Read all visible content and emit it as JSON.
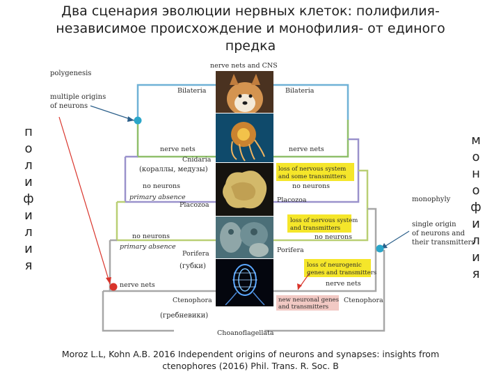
{
  "title": {
    "line1": "Два сценария эволюции нервных клеток: полифилия-",
    "line2": "независимое происхождение и монофилия- от единого",
    "line3": "предка"
  },
  "side_left": [
    "п",
    "о",
    "л",
    "и",
    "ф",
    "и",
    "л",
    "и",
    "я"
  ],
  "side_right": [
    "м",
    "о",
    "н",
    "о",
    "ф",
    "и",
    "л",
    "и",
    "я"
  ],
  "left_labels": {
    "polygenesis": "polygenesis",
    "multiple_origins_1": "multiple origins",
    "multiple_origins_2": "of neurons"
  },
  "right_labels": {
    "monophyly": "monophyly",
    "single_origin_1": "single origin",
    "single_origin_2": "of neurons and",
    "single_origin_3": "their transmitters"
  },
  "tree": {
    "nerve_nets_and_cns": "nerve nets and CNS",
    "bilateria_left": "Bilateria",
    "bilateria_right": "Bilateria",
    "nerve_nets_cnidaria_left": "nerve nets",
    "cnidaria": "Cnidaria",
    "nerve_nets_cnidaria_right": "nerve nets",
    "corals_note": "(кораллы, медузы)",
    "no_neurons_placozoa_left": "no neurons",
    "primary_absence_1": "primary absence",
    "placozoa_left": "Placozoa",
    "placozoa_right": "Placozoa",
    "no_neurons_placozoa_right": "no neurons",
    "no_neurons_porifera_left": "no neurons",
    "primary_absence_2": "primary absence",
    "porifera_left": "Porifera",
    "porifera_right": "Porifera",
    "no_neurons_porifera_right": "no neurons",
    "sponges_note": "(губки)",
    "nerve_nets_cteno_left": "nerve nets",
    "ctenophora_left": "Ctenophora",
    "ctenophora_right": "Ctenophora",
    "nerve_nets_cteno_right": "nerve nets",
    "comb_jellies_note": "(гребневики)",
    "choanoflagellata": "Choanoflagellata"
  },
  "callouts": {
    "loss_cnidaria_1": "loss of nervous system",
    "loss_cnidaria_2": "and some transmitters",
    "loss_placozoa_1": "loss of nervous system",
    "loss_placozoa_2": "and transmitters",
    "loss_neurogenic_1": "loss of neurogenic",
    "loss_neurogenic_2": "genes and transmitters",
    "new_genes_1": "new neuronal genes",
    "new_genes_2": "and transmitters"
  },
  "reference": {
    "line1": "Moroz L.L, Kohn A.B. 2016 Independent origins of neurons and synapses: insights from",
    "line2": "ctenophores (2016) Phil. Trans. R. Soc. B"
  },
  "photos": [
    "dog-photo",
    "jellyfish-photo",
    "placozoa-photo",
    "sponge-photo",
    "ctenophore-photo"
  ],
  "colors": {
    "bilateria_branch": "#6fb1d6",
    "cnidaria_branch": "#8fbf6a",
    "placozoa_branch": "#9a92cc",
    "porifera_branch": "#b9cf74",
    "ctenophora_branch": "#a7a7a7",
    "highlight_yellow": "#f5e62a",
    "highlight_pink": "#f2c9c4",
    "blue_node": "#2aa6c9",
    "red_node": "#d9342b"
  }
}
